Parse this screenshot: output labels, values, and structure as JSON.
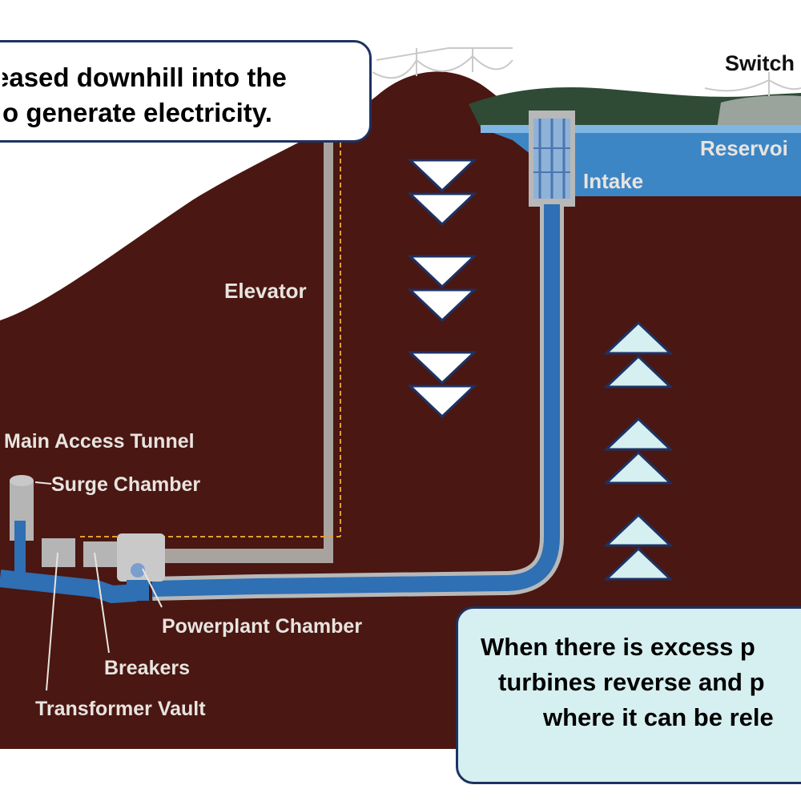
{
  "callouts": {
    "top": {
      "line1": "eased downhill into the",
      "line2": "o generate electricity."
    },
    "bottom": {
      "line1": "When there is excess p",
      "line2": "turbines reverse and p",
      "line3": "where it can be rele"
    }
  },
  "labels": {
    "switchyard": "Switch",
    "reservoir": "Reservoi",
    "intake": "Intake",
    "elevator": "Elevator",
    "main_access_tunnel": "Main Access Tunnel",
    "surge_chamber": "Surge Chamber",
    "powerplant_chamber": "Powerplant Chamber",
    "breakers": "Breakers",
    "transformer_vault": "Transformer Vault"
  },
  "arrows": {
    "down_count": 6,
    "up_count": 6
  },
  "colors": {
    "mountain": "#4a1712",
    "water": "#2f6fb3",
    "reservoir_light": "#3d86c6",
    "vegetation": "#2f4a35",
    "arrow_down": "#ffffff",
    "arrow_up": "#d6eff0",
    "callout_border": "#1e3263",
    "callout_bottom_bg": "#d6eff0",
    "label_text": "#e8e4e0"
  }
}
